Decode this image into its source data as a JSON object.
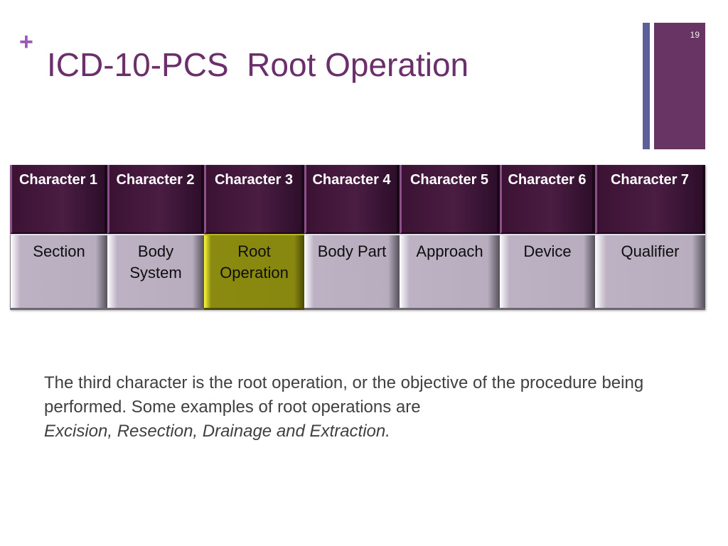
{
  "slide": {
    "plus_symbol": "+",
    "title": "ICD-10-PCS  Root Operation",
    "slide_number": "19"
  },
  "table": {
    "header_cells": [
      {
        "label": "Character 1"
      },
      {
        "label": "Character 2"
      },
      {
        "label": "Character 3"
      },
      {
        "label": "Character 4"
      },
      {
        "label": "Character 5"
      },
      {
        "label": "Character 6"
      },
      {
        "label": "Character 7"
      }
    ],
    "body_cells": [
      {
        "label": "Section"
      },
      {
        "label": "Body System"
      },
      {
        "label": "Root Operation",
        "highlighted": true
      },
      {
        "label": "Body Part"
      },
      {
        "label": "Approach"
      },
      {
        "label": "Device"
      },
      {
        "label": "Qualifier"
      }
    ]
  },
  "body": {
    "text": "The third character is the root operation, or the objective of the procedure being performed.  Some examples of root operations are",
    "examples": "Excision, Resection, Drainage and Extraction."
  },
  "colors": {
    "title": "#6b2f6b",
    "plus_accent": "#9b59b6",
    "accent_bar_thin": "#5d5f99",
    "accent_bar_thick": "#673464",
    "header_cell": "#3b1234",
    "body_cell": "#b7adbf",
    "highlight_cell": "#888810",
    "body_text": "#404040"
  }
}
